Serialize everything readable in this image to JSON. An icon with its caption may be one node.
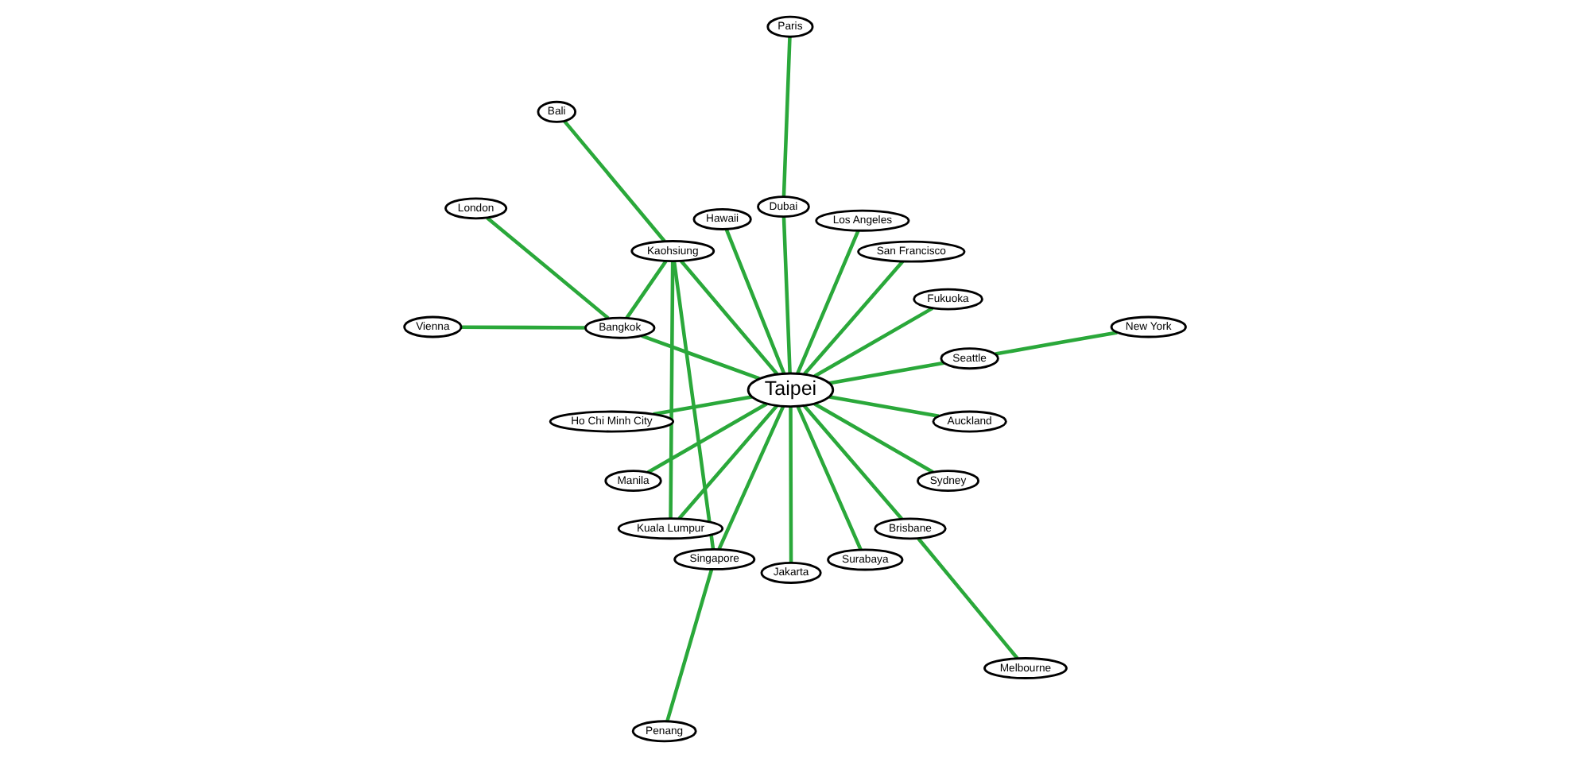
{
  "diagram": {
    "nodes": [
      {
        "text": [
          "London"
        ]
      },
      {
        "text": [
          "Seattle"
        ]
      },
      {
        "text": [
          "Vienna"
        ]
      },
      {
        "text": [
          "Paris"
        ]
      },
      {
        "text": [
          "New York"
        ]
      },
      {
        "text": [
          "Fukuoka"
        ]
      },
      {
        "text": [
          "Taipei"
        ]
      },
      {
        "text": [
          "San Francisco"
        ]
      },
      {
        "text": [
          "Los Angeles"
        ]
      },
      {
        "text": [
          "Dubai"
        ]
      },
      {
        "text": [
          "Hawaii"
        ]
      },
      {
        "text": [
          "Kaohsiung"
        ]
      },
      {
        "text": [
          "Bangkok"
        ]
      },
      {
        "text": [
          "Ho Chi Minh City"
        ]
      },
      {
        "text": [
          "Manila"
        ]
      },
      {
        "text": [
          "Penang"
        ]
      },
      {
        "text": [
          "Kuala Lumpur"
        ]
      },
      {
        "text": [
          "Singapore"
        ]
      },
      {
        "text": [
          "Jakarta"
        ]
      },
      {
        "text": [
          "Surabaya"
        ]
      },
      {
        "text": [
          "Bali"
        ]
      },
      {
        "text": [
          "Brisbane"
        ]
      },
      {
        "text": [
          "Sydney"
        ]
      },
      {
        "text": [
          "Auckland"
        ]
      },
      {
        "text": [
          "Melbourne"
        ]
      }
    ],
    "edges": [
      {
        "from": 6,
        "to": 9,
        "arrow": "none"
      },
      {
        "from": 6,
        "to": 12,
        "arrow": "none"
      },
      {
        "from": 0,
        "to": 12,
        "arrow": "none"
      },
      {
        "from": 2,
        "to": 12,
        "arrow": "none"
      },
      {
        "from": 3,
        "to": 9,
        "arrow": "none"
      },
      {
        "from": 11,
        "to": 12,
        "arrow": "none"
      },
      {
        "from": 6,
        "to": 13,
        "arrow": "none"
      },
      {
        "from": 15,
        "to": 17,
        "arrow": "none"
      },
      {
        "from": 6,
        "to": 16,
        "arrow": "none"
      },
      {
        "from": 11,
        "to": 16,
        "arrow": "none"
      },
      {
        "from": 6,
        "to": 17,
        "arrow": "none"
      },
      {
        "from": 11,
        "to": 17,
        "arrow": "none"
      },
      {
        "from": 6,
        "to": 18,
        "arrow": "none"
      },
      {
        "from": 6,
        "to": 19,
        "arrow": "none"
      },
      {
        "from": 11,
        "to": 20,
        "arrow": "none"
      },
      {
        "from": 6,
        "to": 14,
        "arrow": "none"
      },
      {
        "from": 6,
        "to": 22,
        "arrow": "none"
      },
      {
        "from": 6,
        "to": 21,
        "arrow": "none"
      },
      {
        "from": 21,
        "to": 24,
        "arrow": "none"
      },
      {
        "from": 6,
        "to": 23,
        "arrow": "none"
      },
      {
        "from": 6,
        "to": 11,
        "arrow": "none"
      },
      {
        "from": 6,
        "to": 5,
        "arrow": "none"
      },
      {
        "from": 6,
        "to": 1,
        "arrow": "none"
      },
      {
        "from": 1,
        "to": 4,
        "arrow": "none"
      },
      {
        "from": 6,
        "to": 7,
        "arrow": "none"
      },
      {
        "from": 6,
        "to": 8,
        "arrow": "none"
      },
      {
        "from": 6,
        "to": 10,
        "arrow": "none"
      }
    ]
  }
}
